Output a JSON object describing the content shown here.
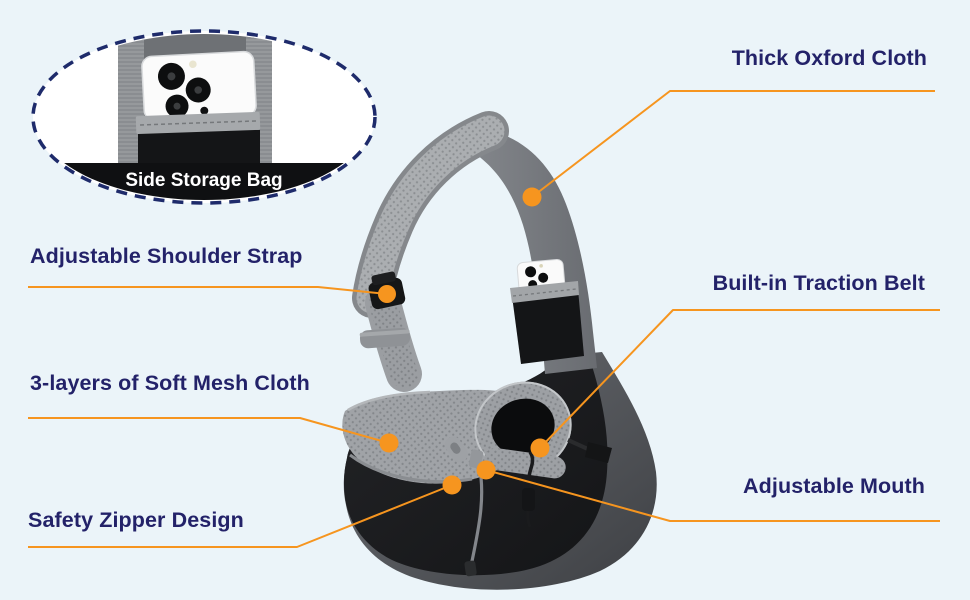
{
  "colors": {
    "background": "#ebf4f9",
    "accent": "#f6951f",
    "label_text": "#232269",
    "magnifier_border": "#1e2b6b",
    "caption_band": "#0f1012",
    "caption_text": "#ffffff"
  },
  "magnifier": {
    "caption": "Side Storage Bag"
  },
  "labels": [
    {
      "id": "thick-oxford-cloth",
      "text": "Thick Oxford Cloth"
    },
    {
      "id": "adjustable-shoulder-strap",
      "text": "Adjustable Shoulder Strap"
    },
    {
      "id": "built-in-traction-belt",
      "text": "Built-in Traction Belt"
    },
    {
      "id": "three-layers-soft-mesh",
      "text": "3-layers of Soft Mesh Cloth"
    },
    {
      "id": "adjustable-mouth",
      "text": "Adjustable Mouth"
    },
    {
      "id": "safety-zipper-design",
      "text": "Safety Zipper Design"
    }
  ]
}
